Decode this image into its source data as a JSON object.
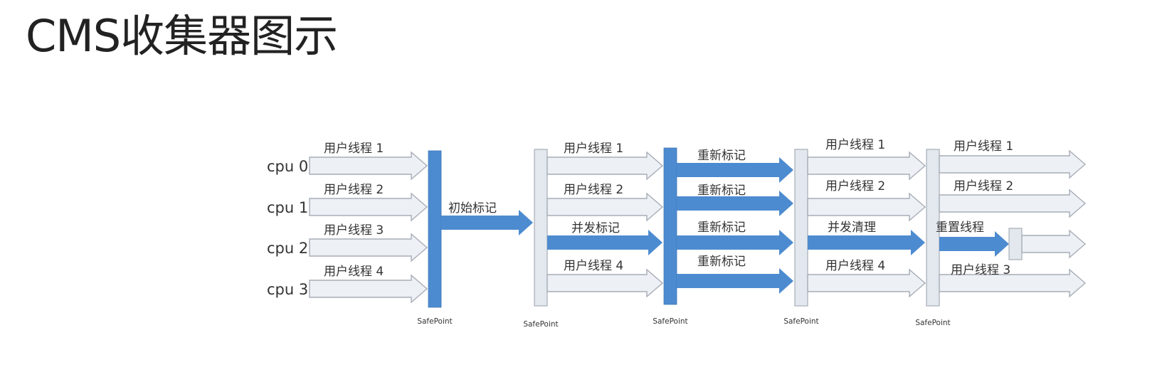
{
  "title": "CMS收集器图示",
  "cpus": [
    "cpu 0",
    "cpu 1",
    "cpu 2",
    "cpu 3"
  ],
  "safepoint_label": "SafePoint",
  "colors": {
    "gray_arrow_fill": "#edf0f5",
    "gray_arrow_stroke": "#a7adb6",
    "blue": "#4d8bd0",
    "blue_dark": "#3f77b6",
    "gray_bar_fill": "#e3e8ef",
    "text": "#333333"
  },
  "segments": {
    "seg1": [
      "用户线程 1",
      "用户线程 2",
      "用户线程 3",
      "用户线程 4"
    ],
    "initial_mark": "初始标记",
    "seg2_threads": [
      "用户线程 1",
      "用户线程 2",
      "用户线程 4"
    ],
    "concurrent_mark": "并发标记",
    "remark": [
      "重新标记",
      "重新标记",
      "重新标记",
      "重新标记"
    ],
    "seg4_threads": [
      "用户线程 1",
      "用户线程 2",
      "用户线程 4"
    ],
    "concurrent_sweep": "并发清理",
    "seg5_threads": [
      "用户线程 1",
      "用户线程 2",
      "用户线程 3"
    ],
    "reset": "重置线程"
  }
}
